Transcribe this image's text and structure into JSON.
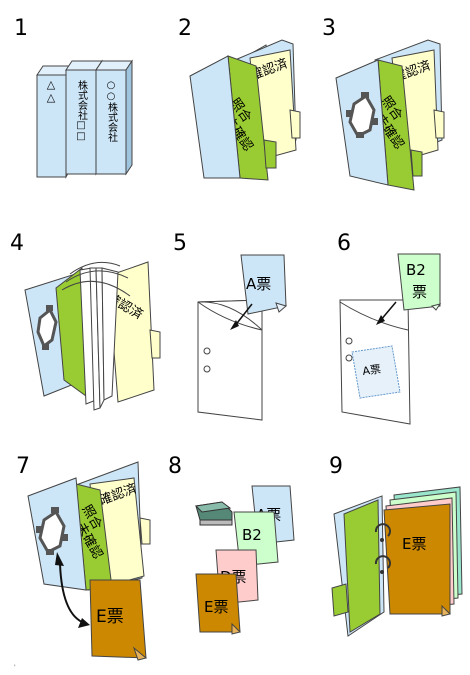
{
  "steps": [
    {
      "number": "1"
    },
    {
      "number": "2"
    },
    {
      "number": "3"
    },
    {
      "number": "4"
    },
    {
      "number": "5"
    },
    {
      "number": "6"
    },
    {
      "number": "7"
    },
    {
      "number": "8"
    },
    {
      "number": "9"
    }
  ],
  "binders": {
    "spine_left": "△△",
    "spine_mid": "株式会社□□",
    "spine_right": "○○株式会社"
  },
  "labels": {
    "checked": "確認済",
    "matched": "照合",
    "unchecked": "未確認"
  },
  "tickets": {
    "a": "A票",
    "b2_line1": "B2",
    "b2_line2": "票",
    "b2": "B2",
    "d": "D票",
    "e": "E票"
  },
  "colors": {
    "folder_blue": "#cde6f7",
    "divider_yellow": "#ffffcc",
    "divider_green": "#99cc33",
    "ticket_blue": "#cde6f7",
    "ticket_green": "#ccffcc",
    "ticket_pink": "#ffcccc",
    "ticket_orange": "#cc8800"
  }
}
